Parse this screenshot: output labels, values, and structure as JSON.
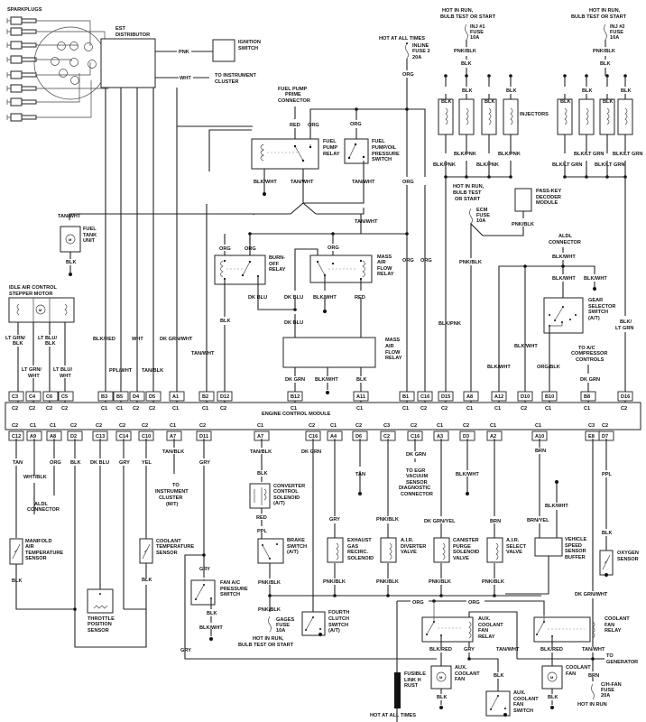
{
  "title": "Engine Control Module Wiring Diagram",
  "distributor": {
    "sparkplugs_label": "SPARKPLUGS",
    "name": [
      "EST",
      "DISTRIBUTOR"
    ],
    "ignition_wire": "PNK",
    "ignition_switch": [
      "IGNITION",
      "SWITCH"
    ],
    "cluster_wire": "WHT",
    "cluster_label": [
      "TO INSTRUMENT",
      "CLUSTER"
    ]
  },
  "fuel_pump": {
    "prime_connector": [
      "FUEL PUMP",
      "PRIME",
      "CONNECTOR"
    ],
    "wire_red": "RED",
    "wire_org": "ORG",
    "relay": [
      "FUEL",
      "PUMP",
      "RELAY"
    ],
    "pressure_switch": [
      "FUEL",
      "PUMP/OIL",
      "PRESSURE",
      "SWITCH"
    ],
    "blk_wht": "BLK/WHT",
    "tan_wht": "TAN/WHT",
    "tank_unit": [
      "FUEL",
      "TANK",
      "UNIT"
    ],
    "blk": "BLK"
  },
  "power": {
    "hot_all_times": "HOT AT ALL TIMES",
    "inline_fuse": [
      "INLINE",
      "FUSE 2",
      "20A"
    ],
    "org": "ORG",
    "hot_run": [
      "HOT IN RUN,",
      "BULB TEST OR START"
    ],
    "inj1_fuse": [
      "INJ #1",
      "FUSE",
      "10A"
    ],
    "inj2_fuse": [
      "INJ #2",
      "FUSE",
      "10A"
    ],
    "pnk_blk": "PNK/BLK",
    "blk": "BLK",
    "injectors": "INJECTORS",
    "blk_pnk": "BLK/PNK",
    "blk_ltgrn": "BLK/LT GRN",
    "ecm_hot": [
      "HOT IN RUN,",
      "BULB TEST",
      "OR START"
    ],
    "ecm_fuse": [
      "ECM",
      "FUSE",
      "10A"
    ],
    "passkey": [
      "PASS-KEY",
      "DECODER",
      "MODULE"
    ]
  },
  "relays": {
    "burnoff": [
      "BURN-",
      "OFF",
      "RELAY"
    ],
    "maf_relay": [
      "MASS",
      "AIR",
      "FLOW",
      "RELAY"
    ],
    "maf_sensor": [
      "MASS",
      "AIR",
      "FLOW",
      "RELAY"
    ],
    "dk_blu": "DK BLU",
    "blk_wht": "BLK/WHT",
    "red": "RED",
    "blk": "BLK",
    "dk_grn": "DK GRN",
    "org": "ORG",
    "tan_wht": "TAN/WHT"
  },
  "iac": {
    "label": [
      "IDLE AIR CONTROL",
      "STEPPER MOTOR"
    ],
    "wires": [
      [
        "LT GRN/",
        "BLK"
      ],
      [
        "LT GRN/",
        "WHT"
      ],
      [
        "LT BLU/",
        "BLK"
      ],
      [
        "LT BLU/",
        "WHT"
      ]
    ]
  },
  "top_wires": {
    "blk_red": "BLK/RED",
    "ppl_wht": "PPL/WHT",
    "wht": "WHT",
    "tan_blk": "TAN/BLK",
    "dk_grn_wht": "DK GRN/WHT",
    "tan_wht": "TAN/WHT",
    "blk": "BLK",
    "org": "ORG",
    "blk_pnk": "BLK/PNK",
    "pnk_blk": "PNK/BLK",
    "blk_wht": "BLK/WHT",
    "org_blk": "ORG/BLK",
    "dk_grn": "DK GRN",
    "blk_ltgrn": [
      "BLK/",
      "LT GRN"
    ]
  },
  "aldl": {
    "connector": [
      "ALDL",
      "CONNECTOR"
    ],
    "wire": "BLK/WHT",
    "gear_switch": [
      "GEAR",
      "SELECTOR",
      "SWITCH",
      "(A/T)"
    ],
    "ac_controls": [
      "TO A/C",
      "COMPRESSOR",
      "CONTROLS"
    ]
  },
  "ecm": {
    "label": "ENGINE CONTROL MODULE",
    "top_pins": [
      {
        "pin": "C3",
        "conn": "C2"
      },
      {
        "pin": "C4",
        "conn": "C2"
      },
      {
        "pin": "C6",
        "conn": "C2"
      },
      {
        "pin": "C5",
        "conn": "C2"
      },
      {
        "pin": "B3",
        "conn": "C1"
      },
      {
        "pin": "B5",
        "conn": "C1"
      },
      {
        "pin": "D4",
        "conn": "C2"
      },
      {
        "pin": "D5",
        "conn": "C2"
      },
      {
        "pin": "A1",
        "conn": "C1"
      },
      {
        "pin": "B2",
        "conn": "C1"
      },
      {
        "pin": "D12",
        "conn": "C2"
      },
      {
        "pin": "B12",
        "conn": "C1"
      },
      {
        "pin": "A11",
        "conn": "C1"
      },
      {
        "pin": "B1",
        "conn": "C1"
      },
      {
        "pin": "C16",
        "conn": "C2"
      },
      {
        "pin": "D15",
        "conn": "C2"
      },
      {
        "pin": "A8",
        "conn": "C1"
      },
      {
        "pin": "A12",
        "conn": "C1"
      },
      {
        "pin": "D10",
        "conn": "C2"
      },
      {
        "pin": "B10",
        "conn": "C1"
      },
      {
        "pin": "B8",
        "conn": "C1"
      },
      {
        "pin": "D16",
        "conn": "C2"
      }
    ],
    "bottom_pins": [
      {
        "pin": "C12",
        "conn": "C2"
      },
      {
        "pin": "A9",
        "conn": "C1"
      },
      {
        "pin": "A8",
        "conn": "C1"
      },
      {
        "pin": "D2",
        "conn": "C2"
      },
      {
        "pin": "C13",
        "conn": "C2"
      },
      {
        "pin": "C14",
        "conn": "C2"
      },
      {
        "pin": "C10",
        "conn": "C2"
      },
      {
        "pin": "A7",
        "conn": "C1"
      },
      {
        "pin": "D11",
        "conn": "C2"
      },
      {
        "pin": "A7",
        "conn": "C1"
      },
      {
        "pin": "C16",
        "conn": "C2"
      },
      {
        "pin": "A4",
        "conn": "C1"
      },
      {
        "pin": "D6",
        "conn": "C2"
      },
      {
        "pin": "C2",
        "conn": "C3"
      },
      {
        "pin": "C16",
        "conn": "C2"
      },
      {
        "pin": "A3",
        "conn": "C1"
      },
      {
        "pin": "D3",
        "conn": "C2"
      },
      {
        "pin": "A2",
        "conn": "C1"
      },
      {
        "pin": "A10",
        "conn": "C1"
      },
      {
        "pin": "E8",
        "conn": "C3"
      },
      {
        "pin": "D7",
        "conn": "C2"
      }
    ]
  },
  "sensors": {
    "tan": "TAN",
    "wht_blk": "WHT/BLK",
    "org": "ORG",
    "blk": "BLK",
    "dk_blu": "DK BLU",
    "gry": "GRY",
    "yel": "YEL",
    "aldl": [
      "ALDL",
      "CONNECTOR"
    ],
    "mat": [
      "MANIFOLD",
      "AIR",
      "TEMPERATURE",
      "SENSOR"
    ],
    "tps": [
      "THROTTLE",
      "POSITION",
      "SENSOR"
    ],
    "cts": [
      "COOLANT",
      "TEMPERATURE",
      "SENSOR"
    ],
    "tan_blk": "TAN/BLK",
    "cluster_mt": [
      "TO",
      "INSTRUMENT",
      "CLUSTER",
      "(M/T)"
    ],
    "fan_ac": [
      "FAN A/C",
      "PRESSURE",
      "SWITCH"
    ],
    "blk_wht": "BLK/WHT",
    "ccs": [
      "CONVERTER",
      "CONTROL",
      "SOLENOID",
      "(A/T)"
    ],
    "red": "RED",
    "ppl": "PPL",
    "brake": [
      "BRAKE",
      "SWITCH",
      "(A/T)"
    ],
    "pnk_blk": "PNK/BLK",
    "gages_fuse": [
      "GAGES",
      "FUSE",
      "10A"
    ],
    "hot_run": [
      "HOT IN RUN,",
      "BULB TEST OR START"
    ],
    "fourth_clutch": [
      "FOURTH",
      "CLUTCH",
      "SWITCH",
      "(A/T)"
    ],
    "dk_grn": "DK GRN",
    "egr_vac": [
      "TO EGR",
      "VACUUM",
      "SENSOR",
      "DIAGNOSTIC",
      "CONNECTOR"
    ],
    "egr": [
      "EXHAUST",
      "GAS",
      "RECIRC.",
      "SOLENOID"
    ],
    "air_div": [
      "A.I.R.",
      "DIVERTER",
      "VALVE"
    ],
    "dk_grn_yel": "DK GRN/YEL",
    "canister": [
      "CANISTER",
      "PURGE",
      "SOLENOID",
      "VALVE"
    ],
    "brn": "BRN",
    "air_sel": [
      "A.I.R.",
      "SELECT",
      "VALVE"
    ],
    "brn_yel": "BRN/YEL",
    "vss": [
      "VEHICLE",
      "SPEED",
      "SENSOR",
      "BUFFER"
    ],
    "o2": [
      "OXYGEN",
      "SENSOR"
    ],
    "dk_grn_wht": "DK GRN/WHT"
  },
  "cooling": {
    "org": "ORG",
    "aux_relay": [
      "AUX.",
      "COOLANT",
      "FAN",
      "RELAY"
    ],
    "fan_relay": [
      "COOLANT",
      "FAN",
      "RELAY"
    ],
    "blk_red": "BLK/RED",
    "gry": "GRY",
    "tan_wht": "TAN/WHT",
    "to_generator": [
      "TO",
      "GENERATOR"
    ],
    "fusible": [
      "FUSIBLE",
      "LINK H",
      "RUST"
    ],
    "hot_all": "HOT AT ALL TIMES",
    "aux_fan": [
      "AUX.",
      "COOLANT",
      "FAN"
    ],
    "blk": "BLK",
    "aux_switch": [
      "AUX.",
      "COOLANT",
      "FAN",
      "SWITCH"
    ],
    "fan": [
      "COOLANT",
      "FAN"
    ],
    "brn": "BRN",
    "chfan_fuse": [
      "C/H-FAN",
      "FUSE",
      "20A"
    ],
    "hot_run": "HOT IN RUN"
  }
}
